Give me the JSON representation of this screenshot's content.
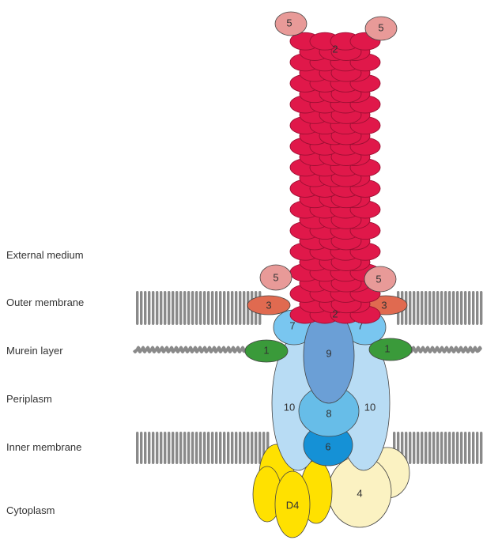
{
  "layers": [
    {
      "id": "external",
      "label": "External medium"
    },
    {
      "id": "outer",
      "label": "Outer membrane"
    },
    {
      "id": "murein",
      "label": "Murein layer"
    },
    {
      "id": "periplasm",
      "label": "Periplasm"
    },
    {
      "id": "inner",
      "label": "Inner membrane"
    },
    {
      "id": "cytoplasm",
      "label": "Cytoplasm"
    }
  ],
  "components": {
    "c1": "1",
    "c2": "2",
    "c3": "3",
    "c4": "4",
    "c5": "5",
    "c6": "6",
    "c7": "7",
    "c8": "8",
    "c9": "9",
    "c10": "10",
    "d4": "D4"
  },
  "colors": {
    "pilus": "#e0184a",
    "pilus_outline": "#9c0f33",
    "tip": "#e89a98",
    "comp3": "#e06a50",
    "comp1": "#3a9a3a",
    "comp7": "#79c6f0",
    "comp9": "#6b9fd6",
    "comp8": "#67bde8",
    "comp10": "#b8dcf4",
    "comp6": "#1591d6",
    "comp4": "#fbf2c2",
    "d4": "#ffe100",
    "membrane": "#8a8a8a"
  }
}
